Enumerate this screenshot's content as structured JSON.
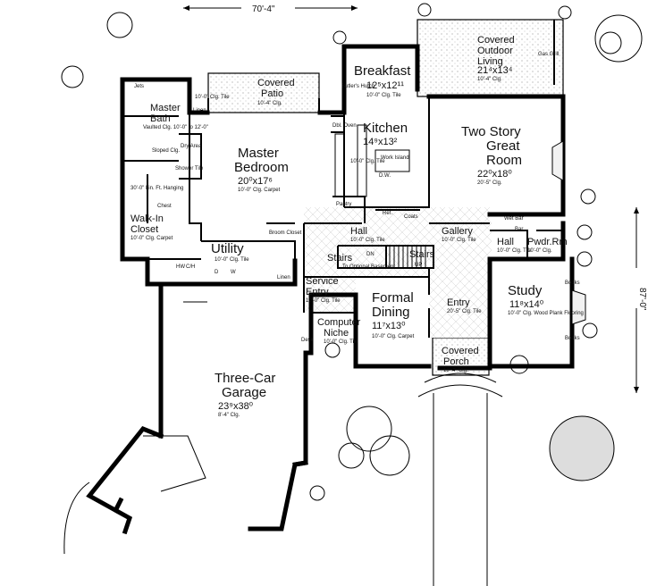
{
  "dimensions": {
    "width": "70'-4\"",
    "depth": "87'-0\""
  },
  "rooms": [
    {
      "id": "covered-outdoor-living",
      "name_lines": [
        "Covered",
        "Outdoor",
        "Living"
      ],
      "size": "21⁴x13⁴",
      "note": "10'-4\" Clg."
    },
    {
      "id": "breakfast",
      "name_lines": [
        "Breakfast"
      ],
      "size": "12⁵x12¹¹",
      "note": "10'-0\" Clg. Tile"
    },
    {
      "id": "covered-patio",
      "name_lines": [
        "Covered",
        "Patio"
      ],
      "size": "",
      "note": "10'-4\" Clg."
    },
    {
      "id": "kitchen",
      "name_lines": [
        "Kitchen"
      ],
      "size": "14⁹x13²",
      "note": "10'-0\" Clg. Tile"
    },
    {
      "id": "two-story-great-room",
      "name_lines": [
        "Two Story",
        "Great",
        "Room"
      ],
      "size": "22⁰x18⁰",
      "note": "20'-5\" Clg."
    },
    {
      "id": "master-bath",
      "name_lines": [
        "Master",
        "Bath"
      ],
      "size": "",
      "note": "Vaulted Clg. 10'-0\" to 12'-0\""
    },
    {
      "id": "master-bedroom",
      "name_lines": [
        "Master",
        "Bedroom"
      ],
      "size": "20⁰x17⁶",
      "note": "10'-0\" Clg. Carpet"
    },
    {
      "id": "walk-in-closet",
      "name_lines": [
        "Walk-In",
        "Closet"
      ],
      "size": "",
      "note": "10'-0\" Clg. Carpet"
    },
    {
      "id": "utility",
      "name_lines": [
        "Utility"
      ],
      "size": "",
      "note": "10'-0\" Clg. Tile"
    },
    {
      "id": "hall-1",
      "name_lines": [
        "Hall"
      ],
      "size": "",
      "note": "10'-0\" Clg. Tile"
    },
    {
      "id": "gallery",
      "name_lines": [
        "Gallery"
      ],
      "size": "",
      "note": "10'-0\" Clg. Tile"
    },
    {
      "id": "hall-2",
      "name_lines": [
        "Hall"
      ],
      "size": "",
      "note": "10'-0\" Clg. Tile"
    },
    {
      "id": "pwdr-rm",
      "name_lines": [
        "Pwdr.Rm"
      ],
      "size": "",
      "note": "10'-0\" Clg."
    },
    {
      "id": "service-entry",
      "name_lines": [
        "Service",
        "Entry"
      ],
      "size": "",
      "note": "10'-0\" Clg. Tile"
    },
    {
      "id": "formal-dining",
      "name_lines": [
        "Formal",
        "Dining"
      ],
      "size": "11⁷x13⁰",
      "note": "10'-0\" Clg. Carpet"
    },
    {
      "id": "entry",
      "name_lines": [
        "Entry"
      ],
      "size": "",
      "note": "20'-5\" Clg. Tile"
    },
    {
      "id": "study",
      "name_lines": [
        "Study"
      ],
      "size": "11⁸x14⁰",
      "note": "10'-0\" Clg. Wood Plank Flooring"
    },
    {
      "id": "computer-niche",
      "name_lines": [
        "Computer",
        "Niche"
      ],
      "size": "",
      "note": "10'-0\" Clg. Tile"
    },
    {
      "id": "covered-porch",
      "name_lines": [
        "Covered",
        "Porch"
      ],
      "size": "",
      "note": "10'-4\" Clg."
    },
    {
      "id": "three-car-garage",
      "name_lines": [
        "Three-Car",
        "Garage"
      ],
      "size": "23⁹x38⁰",
      "note": "8'-4\" Clg."
    }
  ],
  "small_labels": {
    "pantry": "Pantry",
    "coats": "Coats",
    "broom_closet": "Broom Closet",
    "linen_utility": "Linen",
    "linen_bath": "Linen",
    "stairs_down": "Stairs",
    "stairs_down_note": "To Optional Basement",
    "stairs_up": "Stairs",
    "dn": "DN",
    "up": "UP",
    "dbl_oven": "Dbl. Oven",
    "work_island": "Work Island",
    "dw": "D.W.",
    "ref": "Ref.",
    "dry_area": "Dry Area",
    "shower": "Shower Tile",
    "sloped_clg": "Sloped Clg.",
    "lin_ft_hanging": "30'-0\" Lin. Ft. Hanging",
    "chest": "Chest",
    "jets": "Jets",
    "gas_grill": "Gas Grill",
    "bar": "Bar",
    "desk": "Desk",
    "hw": "HW",
    "ch": "C/H",
    "d": "D",
    "w": "W",
    "books_top": "Books",
    "books_bottom": "Books",
    "butlers_hutch": "Butler's Hutch",
    "wet_bar": "Wet Bar",
    "bath_tile": "10'-0\" Clg. Tile"
  }
}
